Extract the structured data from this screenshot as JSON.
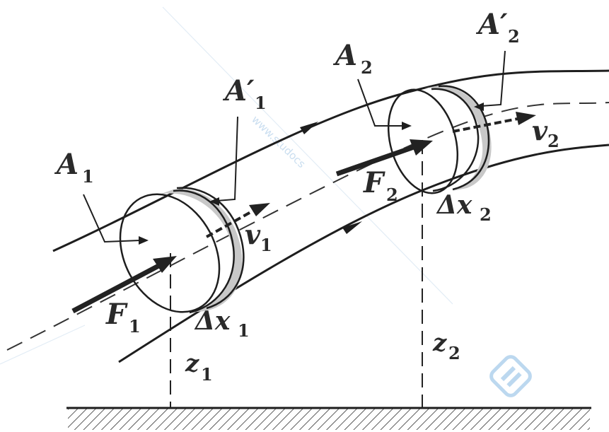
{
  "diagram": {
    "labels": {
      "A1": {
        "main": "A",
        "sub": "1"
      },
      "A1_prime": {
        "main": "A′",
        "sub": "1"
      },
      "A2": {
        "main": "A",
        "sub": "2"
      },
      "A2_prime": {
        "main": "A′",
        "sub": "2"
      },
      "v1": {
        "main": "v",
        "sub": "1"
      },
      "v2": {
        "main": "v",
        "sub": "2"
      },
      "F1": {
        "main": "F",
        "sub": "1"
      },
      "F2": {
        "main": "F",
        "sub": "2"
      },
      "dx1": {
        "main": "Δx",
        "sub": "1"
      },
      "dx2": {
        "main": "Δx",
        "sub": "2"
      },
      "z1": {
        "main": "z",
        "sub": "1"
      },
      "z2": {
        "main": "z",
        "sub": "2"
      }
    },
    "watermark": "www.studocs"
  },
  "colors": {
    "stroke": "#1e1e1e",
    "shade": "#c8c8c8",
    "watermark": "#9fc4e4"
  }
}
